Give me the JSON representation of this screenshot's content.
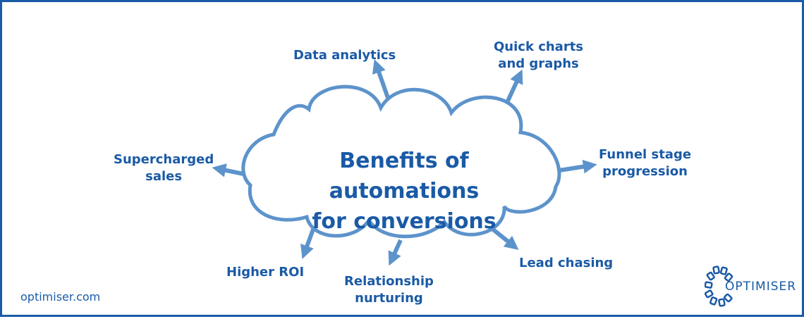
{
  "diagram": {
    "center_title": [
      "Benefits of automations",
      "for conversions"
    ],
    "benefits": {
      "data_analytics": [
        "Data analytics"
      ],
      "quick_charts": [
        "Quick charts",
        "and graphs"
      ],
      "funnel_stage": [
        "Funnel stage",
        "progression"
      ],
      "lead_chasing": [
        "Lead chasing"
      ],
      "relationship": [
        "Relationship",
        "nurturing"
      ],
      "higher_roi": [
        "Higher ROI"
      ],
      "supercharged": [
        "Supercharged",
        "sales"
      ]
    }
  },
  "footer": {
    "website": "optimiser.com"
  },
  "brand": {
    "logo_text": "OPTIMISER",
    "logo_icon": "optimiser-logo-icon"
  },
  "colors": {
    "primary": "#1a5aa6",
    "arrow": "#5d93cb",
    "cloud_stroke": "#5d93cb",
    "background": "#ffffff"
  }
}
